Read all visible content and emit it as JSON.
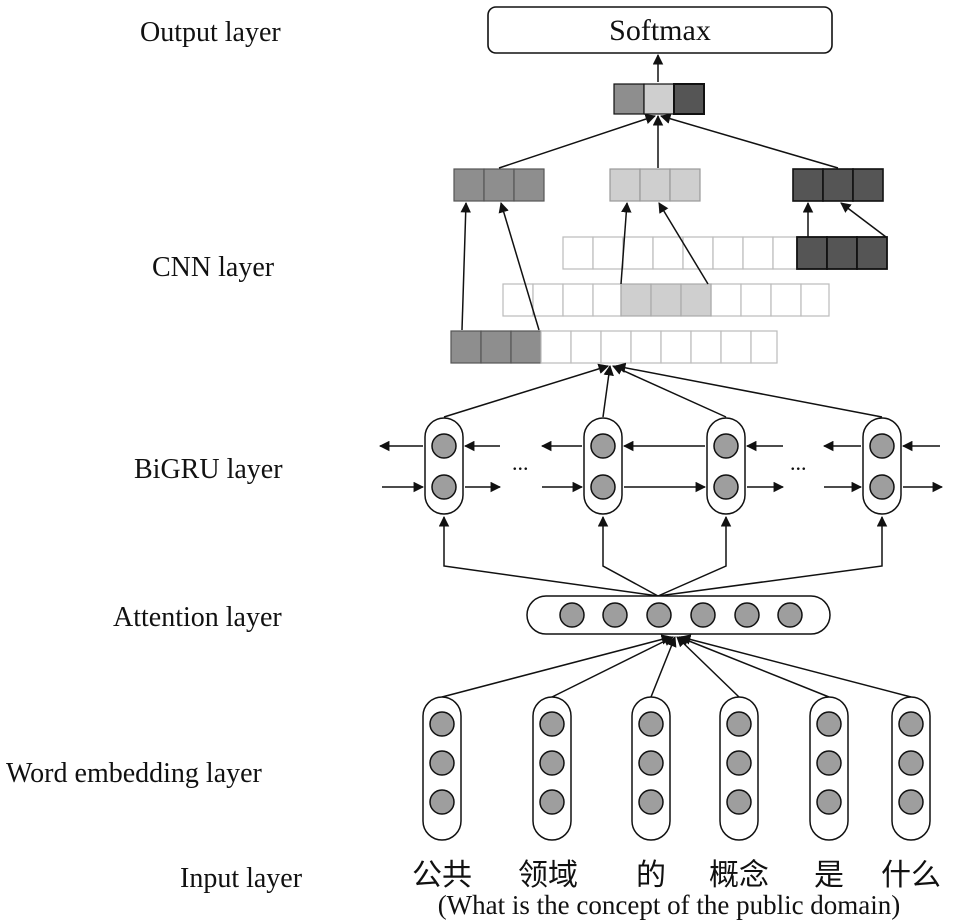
{
  "layers": {
    "output": "Output layer",
    "cnn": "CNN layer",
    "bigru": "BiGRU layer",
    "attention": "Attention layer",
    "embedding": "Word embedding layer",
    "input": "Input layer"
  },
  "softmax": "Softmax",
  "tokens": [
    "公共",
    "领域",
    "的",
    "概念",
    "是",
    "什么"
  ],
  "translation": "(What is the concept of the public domain)",
  "ellipsis": "...",
  "colors": {
    "stroke": "#111111",
    "node": "#9e9e9e",
    "feat_mid": "#8e8e8e",
    "feat_light": "#cfcfcf",
    "feat_dark": "#555555"
  }
}
